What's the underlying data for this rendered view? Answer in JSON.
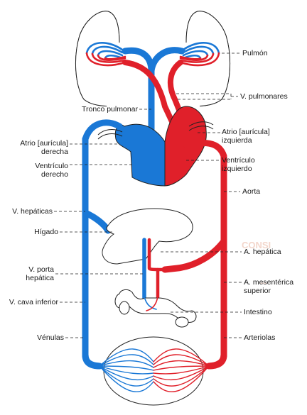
{
  "labels": {
    "pulmon": "Pulmón",
    "v_pulmonares": "V. pulmonares",
    "tronco_pulmonar": "Tronco pulmonar",
    "atrio_derecho_1": "Atrio [aurícula]",
    "atrio_derecho_2": "derecha",
    "atrio_izquierdo_1": "Atrio [aurícula]",
    "atrio_izquierdo_2": "izquierda",
    "ventriculo_derecho_1": "Ventrículo",
    "ventriculo_derecho_2": "derecho",
    "ventriculo_izquierdo_1": "Ventrículo",
    "ventriculo_izquierdo_2": "izquierdo",
    "aorta": "Aorta",
    "v_hepaticas": "V. hepáticas",
    "higado": "Hígado",
    "a_hepatica": "A. hepática",
    "v_porta_1": "V. porta",
    "v_porta_2": "hepática",
    "a_mesenterica_1": "A. mesentérica",
    "a_mesenterica_2": "superior",
    "v_cava_inferior": "V. cava inferior",
    "intestino": "Intestino",
    "venulas": "Vénulas",
    "arteriolas": "Arteriolas"
  },
  "colors": {
    "venous": "#1a78d6",
    "arterial": "#e0202a",
    "outline": "#222222",
    "background": "#ffffff"
  }
}
